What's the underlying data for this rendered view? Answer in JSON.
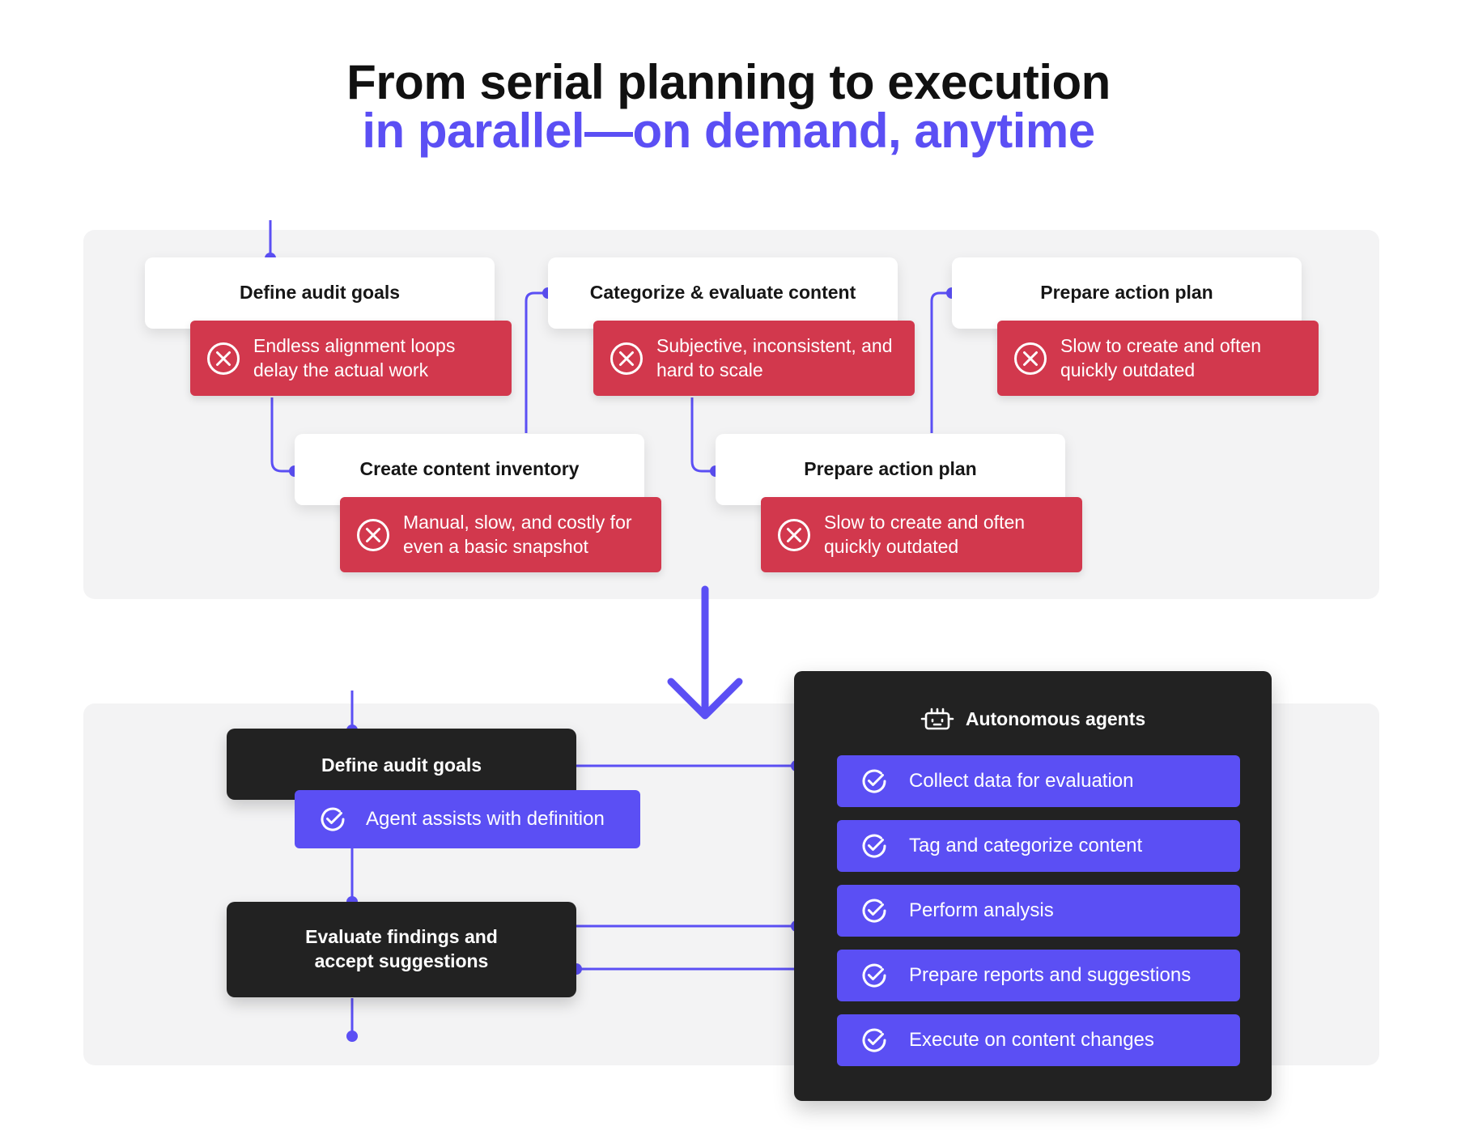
{
  "title": {
    "line1": "From serial planning to execution",
    "line2": "in parallel—on demand, anytime"
  },
  "serial_flow": {
    "steps": [
      {
        "label": "Define audit goals",
        "pain": "Endless alignment loops delay the actual work"
      },
      {
        "label": "Create content inventory",
        "pain": "Manual, slow, and costly for even a basic snapshot"
      },
      {
        "label": "Categorize & evaluate content",
        "pain": "Subjective, inconsistent, and hard to scale"
      },
      {
        "label": "Prepare action plan",
        "pain": "Slow to create and often quickly outdated"
      },
      {
        "label": "Prepare action plan",
        "pain": "Slow to create and often quickly outdated"
      }
    ]
  },
  "parallel_flow": {
    "steps": [
      {
        "label": "Define audit goals",
        "assist": "Agent assists with definition"
      },
      {
        "label": "Evaluate findings and accept suggestions"
      }
    ],
    "agents": {
      "title": "Autonomous agents",
      "tasks": [
        "Collect data for evaluation",
        "Tag and categorize content",
        "Perform analysis",
        "Prepare reports and suggestions",
        "Execute on content changes"
      ]
    }
  },
  "colors": {
    "accent": "#5b4ff4",
    "pain": "#d2384d",
    "dark": "#222222",
    "panel": "#f3f3f4"
  },
  "icons": {
    "pain": "x-circle-icon",
    "task": "check-circle-icon",
    "agents": "robot-icon",
    "transition": "arrow-down-icon"
  }
}
